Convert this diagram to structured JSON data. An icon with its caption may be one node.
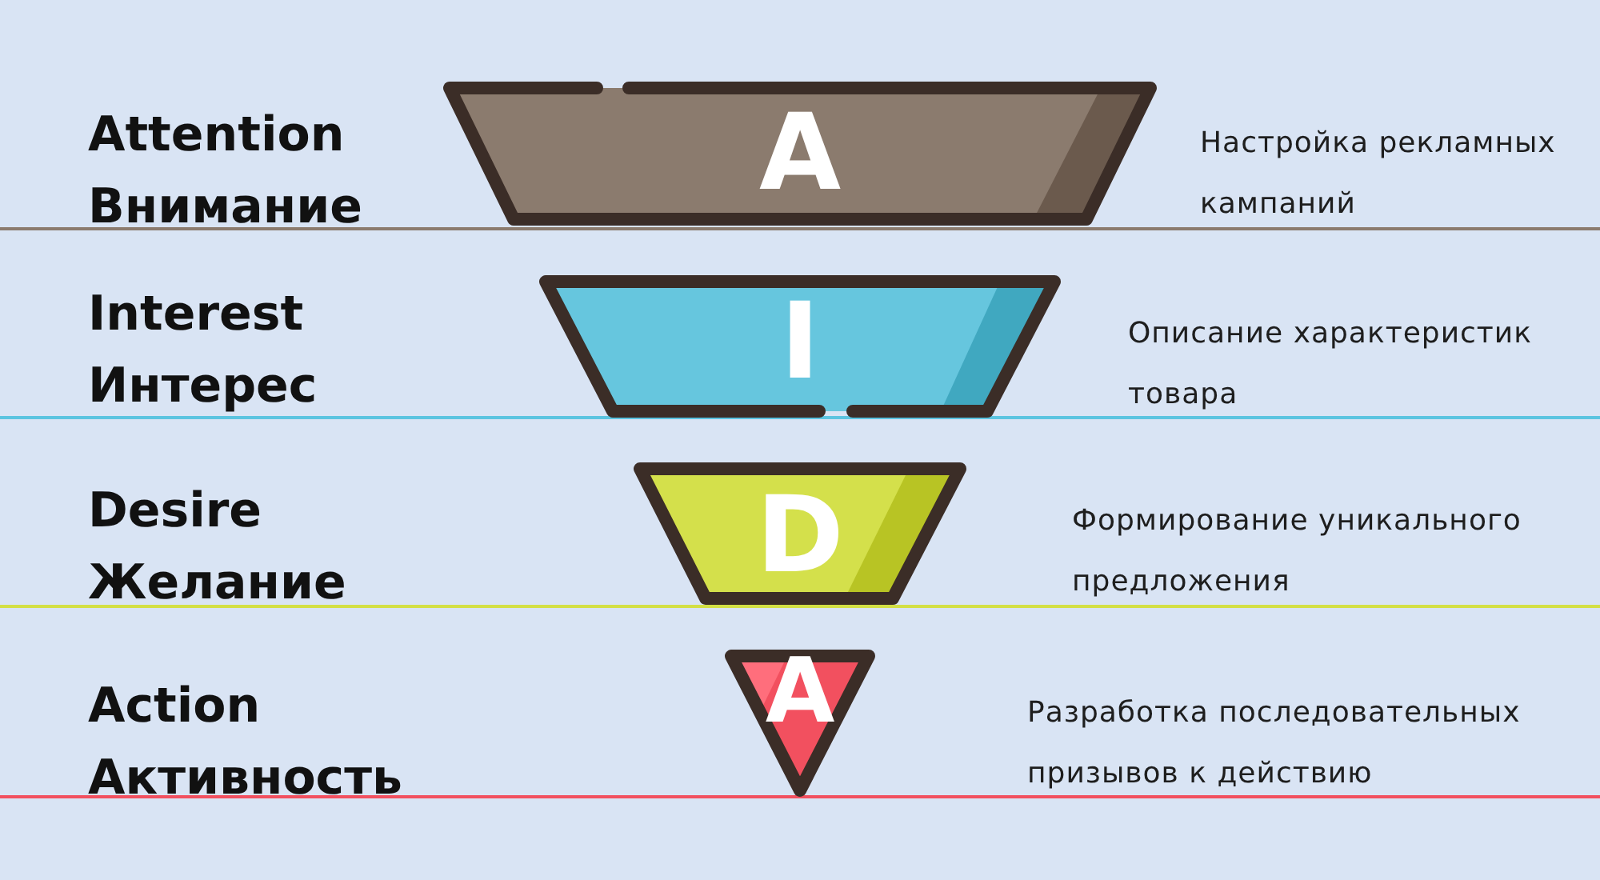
{
  "diagram": {
    "nodes": [
      {
        "text": [
          "A"
        ],
        "beside": [
          "Attention",
          "Внимание"
        ]
      },
      {
        "text": [
          "I"
        ],
        "beside": [
          "Interest",
          "Интерес"
        ]
      },
      {
        "text": [
          "D"
        ],
        "beside": [
          "Desire",
          "Желание"
        ]
      },
      {
        "text": [
          "A"
        ],
        "beside": [
          "Action",
          "Активность"
        ]
      }
    ],
    "labels": [
      "Настройка рекламных кампаний",
      "Описание характеристик товара",
      "Формирование уникального предложения",
      "Разработка последовательных призывов к действию"
    ]
  }
}
